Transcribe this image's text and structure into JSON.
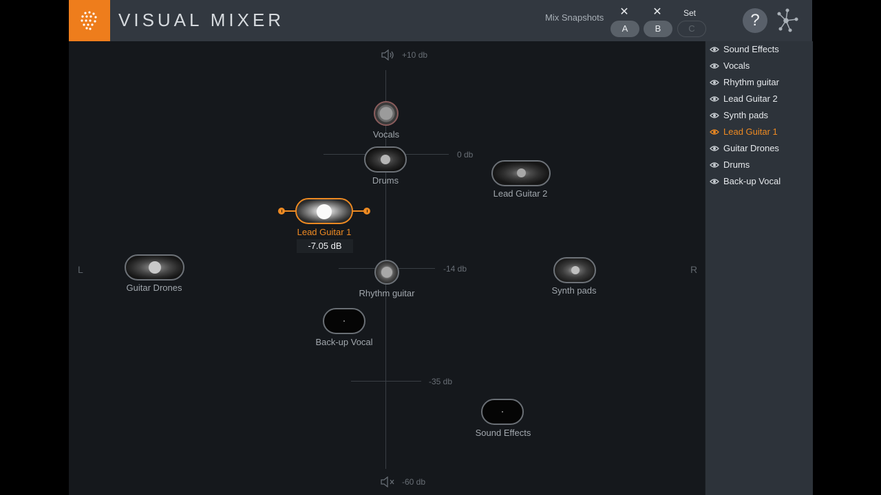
{
  "app": {
    "title": "VISUAL MIXER"
  },
  "snapshots": {
    "label": "Mix Snapshots",
    "set_label": "Set",
    "clear_a": "✕",
    "clear_b": "✕",
    "buttons": [
      "A",
      "B",
      "C"
    ]
  },
  "help_label": "?",
  "scale": {
    "top": "+10 db",
    "zero": "0 db",
    "mid": "-14 db",
    "low": "-35 db",
    "bottom": "-60 db",
    "left": "L",
    "right": "R"
  },
  "channels": {
    "vocals": "Vocals",
    "drums": "Drums",
    "lead_guitar_2": "Lead Guitar 2",
    "lead_guitar_1": "Lead Guitar 1",
    "guitar_drones": "Guitar Drones",
    "rhythm_guitar": "Rhythm guitar",
    "synth_pads": "Synth pads",
    "backup_vocal": "Back-up Vocal",
    "sound_effects": "Sound Effects"
  },
  "selected_readout": "-7.05 dB",
  "track_list": [
    {
      "label": "Sound Effects",
      "active": false
    },
    {
      "label": "Vocals",
      "active": false
    },
    {
      "label": "Rhythm guitar",
      "active": false
    },
    {
      "label": "Lead Guitar 2",
      "active": false
    },
    {
      "label": "Synth pads",
      "active": false
    },
    {
      "label": "Lead Guitar 1",
      "active": true
    },
    {
      "label": "Guitar Drones",
      "active": false
    },
    {
      "label": "Drums",
      "active": false
    },
    {
      "label": "Back-up Vocal",
      "active": false
    }
  ],
  "colors": {
    "accent": "#ee8a22",
    "brand": "#ee7d1c",
    "header": "#323840",
    "canvas": "#15181c",
    "panel": "#2d333a"
  }
}
